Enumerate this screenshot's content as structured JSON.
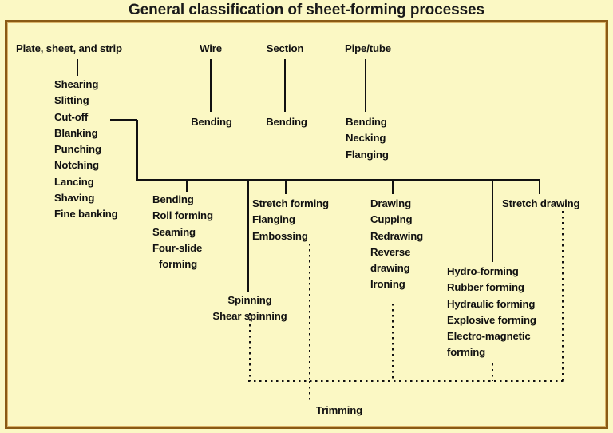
{
  "title": "General classification of sheet-forming processes",
  "colors": {
    "background": "#fbf8c4",
    "frame_outer": "#8a5a14",
    "frame_inner": "#d8b268",
    "line": "#111111",
    "text": "#111111"
  },
  "top_categories": [
    {
      "label": "Plate, sheet, and strip"
    },
    {
      "label": "Wire"
    },
    {
      "label": "Section"
    },
    {
      "label": "Pipe/tube"
    }
  ],
  "branches": {
    "plate_sheet_strip": {
      "header": "Plate, sheet, and strip",
      "processes": [
        "Shearing",
        "Slitting",
        "Cut-off",
        "Blanking",
        "Punching",
        "Notching",
        "Lancing",
        "Shaving",
        "Fine banking"
      ]
    },
    "wire": {
      "header": "Wire",
      "processes": [
        "Bending"
      ]
    },
    "section": {
      "header": "Section",
      "processes": [
        "Bending"
      ]
    },
    "pipe_tube": {
      "header": "Pipe/tube",
      "processes": [
        "Bending",
        "Necking",
        "Flanging"
      ]
    },
    "bending_group": {
      "processes": [
        "Bending",
        "Roll forming",
        "Seaming",
        "Four-slide",
        "forming"
      ]
    },
    "stretch_forming_group": {
      "processes": [
        "Stretch forming",
        "Flanging",
        "Embossing"
      ]
    },
    "spinning_group": {
      "processes": [
        "Spinning",
        "Shear spinning"
      ]
    },
    "drawing_group": {
      "processes": [
        "Drawing",
        "Cupping",
        "Redrawing",
        "Reverse",
        "drawing",
        "Ironing"
      ]
    },
    "forming_group": {
      "processes": [
        "Hydro-forming",
        "Rubber forming",
        "Hydraulic forming",
        "Explosive forming",
        "Electro-magnetic",
        "forming"
      ]
    },
    "stretch_drawing_group": {
      "processes": [
        "Stretch drawing"
      ]
    }
  },
  "trimming": {
    "label": "Trimming"
  }
}
